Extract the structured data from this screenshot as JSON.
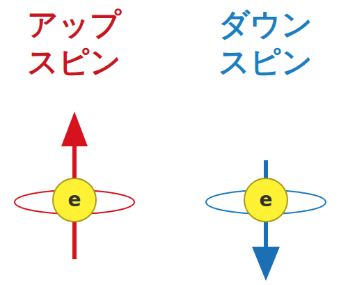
{
  "diagram": {
    "nodes": [
      {
        "text": [
          "e"
        ]
      },
      {
        "text": [
          "e"
        ]
      }
    ],
    "labels": [
      "アップ スピン",
      "ダウン スピン"
    ]
  }
}
